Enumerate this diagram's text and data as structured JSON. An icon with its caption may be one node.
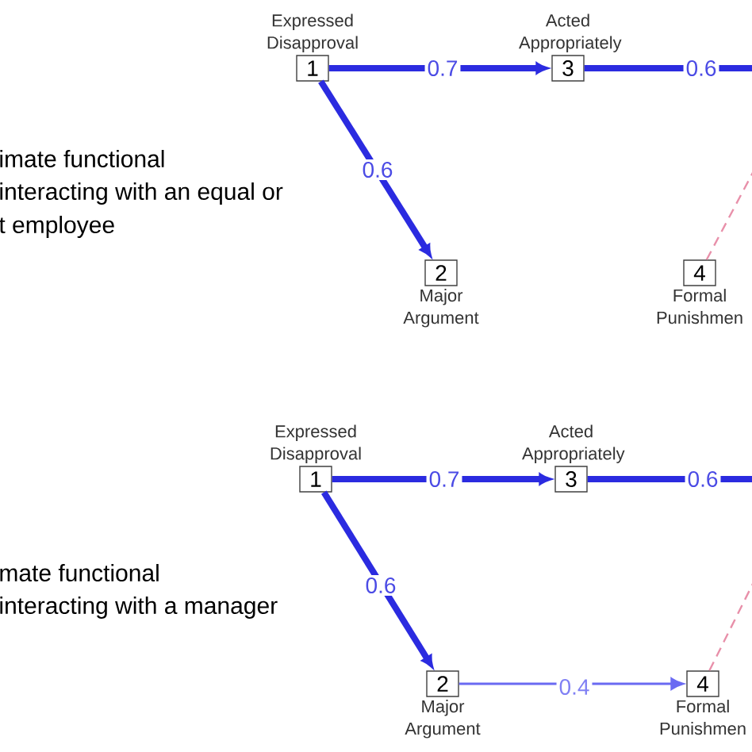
{
  "diagram": {
    "nodes": [
      {
        "text": [
          "1"
        ],
        "beside": [
          "Expressed Disapproval"
        ]
      },
      {
        "text": [
          "2"
        ],
        "beside": [
          "Major Argument"
        ]
      },
      {
        "text": [
          "3"
        ],
        "beside": [
          "Acted Appropriately"
        ]
      },
      {
        "text": [
          "4"
        ],
        "beside": [
          "Formal Punishmen"
        ]
      },
      {
        "text": [
          "1"
        ],
        "beside": [
          "Expressed Disapproval"
        ]
      },
      {
        "text": [
          "2"
        ],
        "beside": [
          "Major Argument"
        ]
      },
      {
        "text": [
          "3"
        ],
        "beside": [
          "Acted Appropriately"
        ]
      },
      {
        "text": [
          "4"
        ],
        "beside": [
          "Formal Punishmen"
        ]
      }
    ],
    "edges": [
      {
        "from": 0,
        "to": 2,
        "arrow": "to",
        "label": "0.7"
      },
      {
        "from": 0,
        "to": 1,
        "arrow": "to",
        "label": "0.6"
      },
      {
        "from": 2,
        "to": null,
        "arrow": "none",
        "label": "0.6"
      },
      {
        "from": 3,
        "to": null,
        "arrow": "none",
        "style": "dashed",
        "color": "#e890aa"
      },
      {
        "from": 4,
        "to": 6,
        "arrow": "to",
        "label": "0.7"
      },
      {
        "from": 4,
        "to": 5,
        "arrow": "to",
        "label": "0.6"
      },
      {
        "from": 6,
        "to": null,
        "arrow": "none",
        "label": "0.6"
      },
      {
        "from": 5,
        "to": 7,
        "arrow": "to",
        "label": "0.4",
        "color": "#6a6af2"
      },
      {
        "from": 7,
        "to": null,
        "arrow": "none",
        "style": "dashed",
        "color": "#e890aa"
      }
    ],
    "labels": [
      "imate functional",
      "interacting with an equal or",
      "t employee",
      "mate functional",
      "interacting with a manager"
    ]
  }
}
